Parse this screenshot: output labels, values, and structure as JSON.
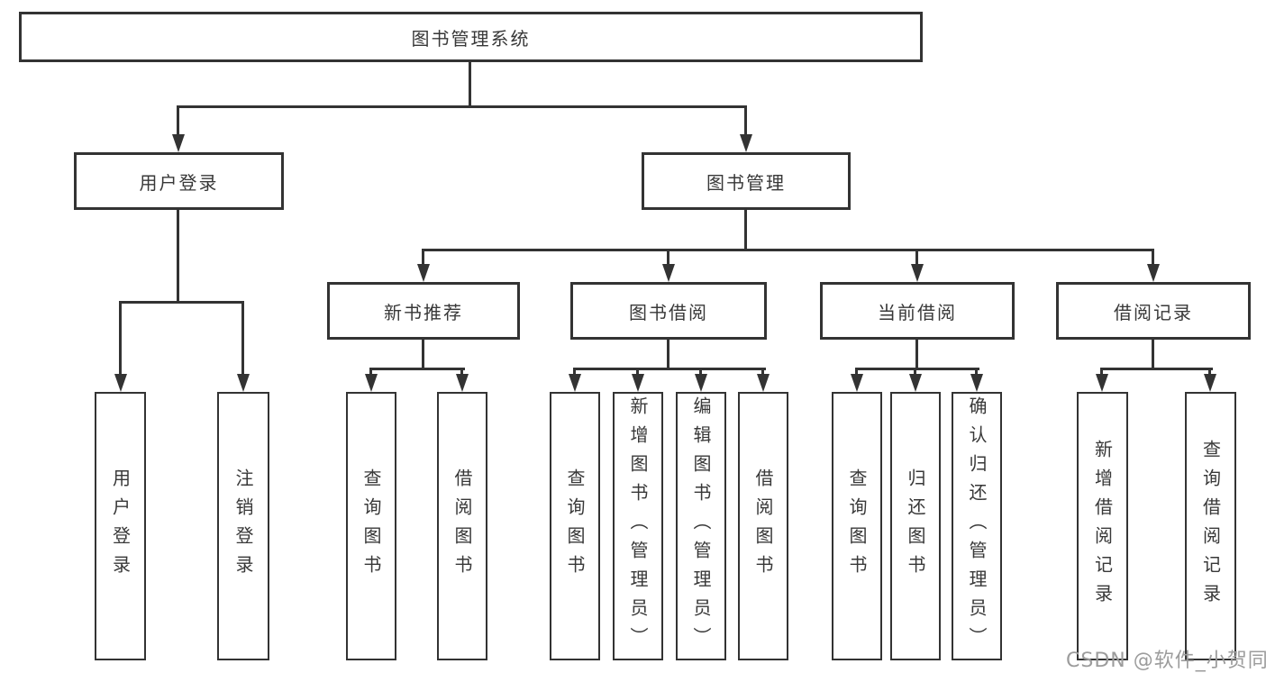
{
  "diagram": {
    "root": {
      "label": "图书管理系统"
    },
    "level2": [
      {
        "id": "user-login",
        "label": "用户登录"
      },
      {
        "id": "book-management",
        "label": "图书管理"
      }
    ],
    "level3": [
      {
        "id": "new-book-recommendation",
        "label": "新书推荐",
        "parent": "图书管理"
      },
      {
        "id": "book-borrowing",
        "label": "图书借阅",
        "parent": "图书管理"
      },
      {
        "id": "current-borrowing",
        "label": "当前借阅",
        "parent": "图书管理"
      },
      {
        "id": "borrowing-records",
        "label": "借阅记录",
        "parent": "图书管理"
      }
    ],
    "leaves": [
      {
        "parent": "用户登录",
        "label": "用户登录"
      },
      {
        "parent": "用户登录",
        "label": "注销登录"
      },
      {
        "parent": "新书推荐",
        "label": "查询图书"
      },
      {
        "parent": "新书推荐",
        "label": "借阅图书"
      },
      {
        "parent": "图书借阅",
        "label": "查询图书"
      },
      {
        "parent": "图书借阅",
        "label": "新增图书（管理员）"
      },
      {
        "parent": "图书借阅",
        "label": "编辑图书（管理员）"
      },
      {
        "parent": "图书借阅",
        "label": "借阅图书"
      },
      {
        "parent": "当前借阅",
        "label": "查询图书"
      },
      {
        "parent": "当前借阅",
        "label": "归还图书"
      },
      {
        "parent": "当前借阅",
        "label": "确认归还（管理员）"
      },
      {
        "parent": "借阅记录",
        "label": "新增借阅记录"
      },
      {
        "parent": "借阅记录",
        "label": "查询借阅记录"
      }
    ],
    "watermark": "CSDN @软件_小贺同学",
    "colors": {
      "line": "#333333",
      "text": "#383838",
      "watermark": "#9c9c9c",
      "background": "#ffffff"
    }
  }
}
